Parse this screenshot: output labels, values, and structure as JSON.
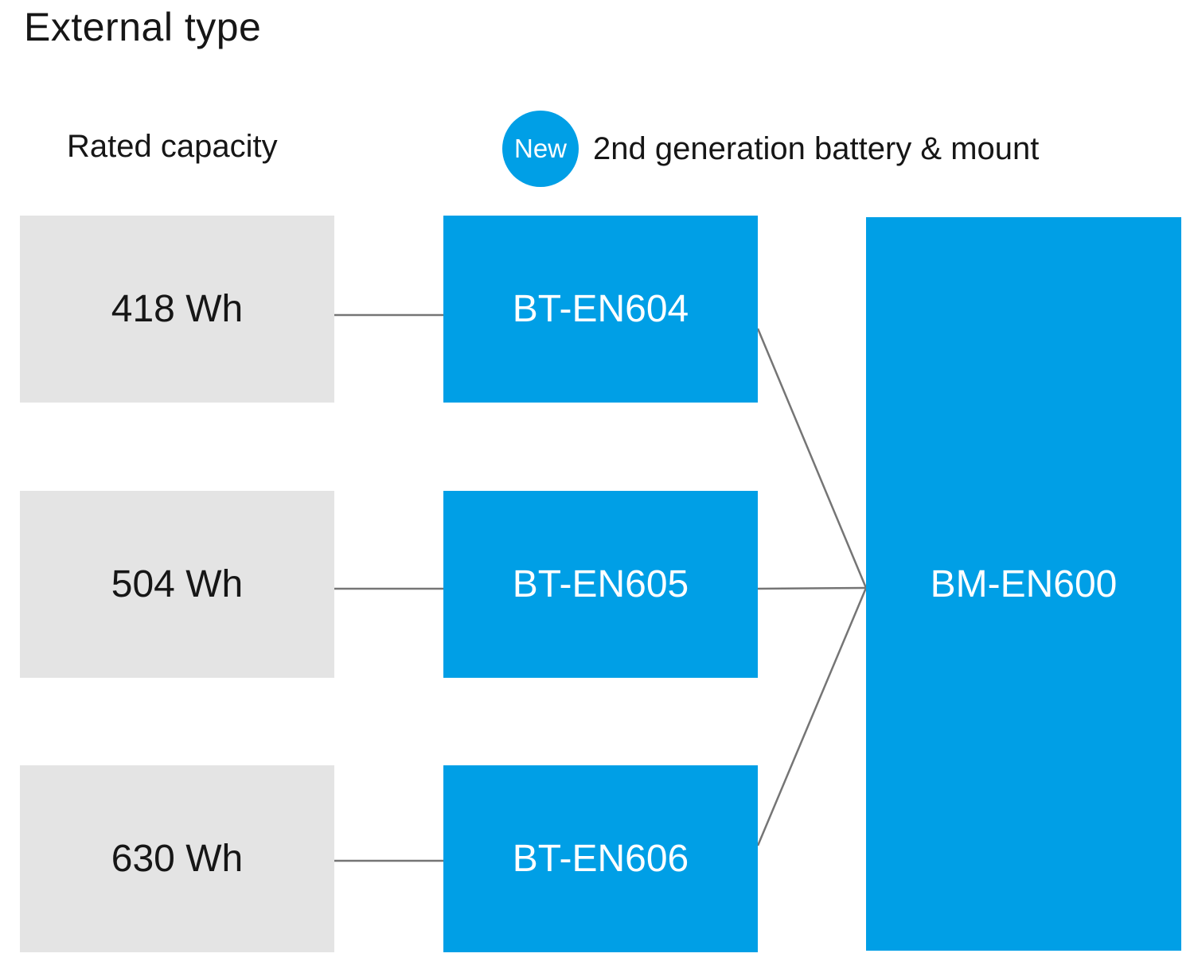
{
  "title": "External type",
  "legend": {
    "capacity_label": "Rated capacity",
    "badge_label": "New",
    "badge_text": "2nd generation battery & mount"
  },
  "rows": [
    {
      "capacity": "418 Wh",
      "battery": "BT-EN604"
    },
    {
      "capacity": "504 Wh",
      "battery": "BT-EN605"
    },
    {
      "capacity": "630 Wh",
      "battery": "BT-EN606"
    }
  ],
  "mount": {
    "label": "BM-EN600"
  },
  "colors": {
    "accent_blue": "#009FE6",
    "box_gray": "#E4E4E4",
    "connector_gray": "#757575",
    "text_dark": "#161616",
    "text_white": "#FFFFFF"
  }
}
